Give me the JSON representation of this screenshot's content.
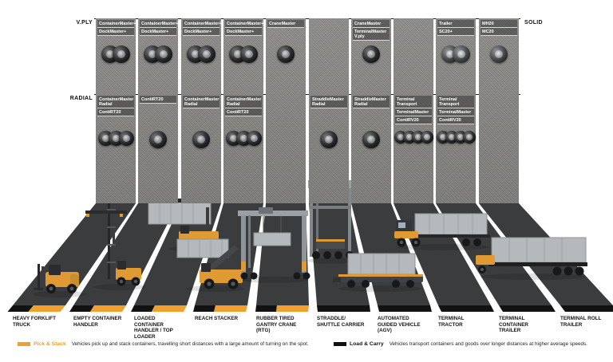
{
  "rows": {
    "vply": "V.PLY",
    "radial": "RADIAL",
    "solid": "SOLID"
  },
  "columns": [
    {
      "vehicle": "HEAVY FORKLIFT TRUCK",
      "category": "pick-stack",
      "vply": [
        "ContainerMaster+",
        "DockMaster+"
      ],
      "radial": [
        "ContainerMaster Radial",
        "ContiRT20"
      ]
    },
    {
      "vehicle": "EMPTY CONTAINER HANDLER",
      "category": "pick-stack",
      "vply": [
        "ContainerMaster+",
        "DockMaster+"
      ],
      "radial": [
        "ContiRT20"
      ]
    },
    {
      "vehicle": "LOADED CONTAINER HANDLER / TOP LOADER",
      "category": "pick-stack",
      "vply": [
        "ContainerMaster+",
        "DockMaster+"
      ],
      "radial": [
        "ContainerMaster Radial"
      ]
    },
    {
      "vehicle": "REACH STACKER",
      "category": "pick-stack",
      "vply": [
        "ContainerMaster+",
        "DockMaster+"
      ],
      "radial": [
        "ContainerMaster Radial",
        "ContiRT20"
      ]
    },
    {
      "vehicle": "RUBBER TIRED GANTRY CRANE (RTG)",
      "category": "pick-stack",
      "vply": [
        "CraneMaster"
      ],
      "radial": []
    },
    {
      "vehicle": "STRADDLE/ SHUTTLE CARRIER",
      "category": "load-carry",
      "vply": [],
      "radial": [
        "StraddleMaster Radial"
      ]
    },
    {
      "vehicle": "AUTOMATED GUIDED VEHICLE (AGV)",
      "category": "load-carry",
      "vply": [
        "CraneMaster",
        "TerminalMaster V.ply"
      ],
      "radial": [
        "StraddleMaster Radial"
      ]
    },
    {
      "vehicle": "TERMINAL TRACTOR",
      "category": "load-carry",
      "vply": [],
      "radial": [
        "Terminal Transport",
        "TerminalMaster",
        "ContiRV20"
      ]
    },
    {
      "vehicle": "TERMINAL CONTAINER TRAILER",
      "category": "load-carry",
      "vply": [
        "Trailer",
        "SC20+"
      ],
      "radial": [
        "Terminal Transport",
        "TerminalMaster",
        "ContiRV20"
      ]
    },
    {
      "vehicle": "TERMINAL ROLL TRAILER",
      "category": "load-carry",
      "vply": [
        "MH20",
        "MC20"
      ],
      "radial": []
    }
  ],
  "legend": {
    "pick_stack": {
      "label": "Pick & Stack",
      "description": "Vehicles pick up and stack containers, travelling short distances with a large amount of turning on the spot.",
      "color": "#EFA02E"
    },
    "load_carry": {
      "label": "Load & Carry",
      "description": "Vehicles transport containers and goods over longer distances at higher average speeds.",
      "color": "#111111"
    }
  },
  "colors": {
    "accent_orange": "#EFA02E",
    "asphalt": "#3B3C3E",
    "strip_gray": "#8F8E8B"
  }
}
